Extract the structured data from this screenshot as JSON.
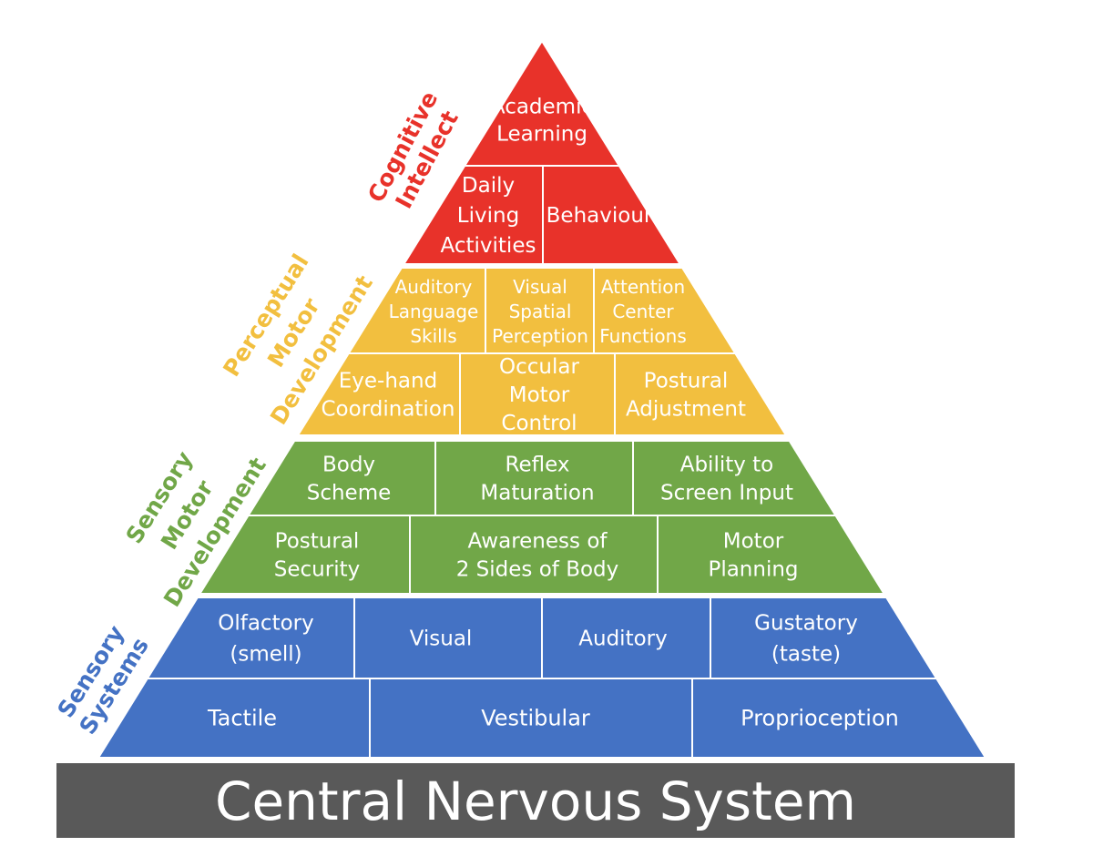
{
  "colors": {
    "cognitive": "#e8322a",
    "perceptual": "#f2bf3f",
    "sensory_motor": "#71a748",
    "sensory_systems": "#4472c4",
    "base": "#595959",
    "divider": "#ffffff"
  },
  "base_label": "Central Nervous System",
  "levels": [
    {
      "id": "cognitive",
      "label_lines": [
        "Cognitive",
        "Intellect"
      ],
      "rows": [
        {
          "cells": [
            {
              "lines": [
                "Academic",
                "Learning"
              ]
            }
          ]
        },
        {
          "cells": [
            {
              "lines": [
                "Daily",
                "Living",
                "Activities"
              ]
            },
            {
              "lines": [
                "Behaviour"
              ]
            }
          ]
        }
      ]
    },
    {
      "id": "perceptual",
      "label_lines": [
        "Perceptual",
        "Motor",
        "Development"
      ],
      "rows": [
        {
          "cells": [
            {
              "lines": [
                "Auditory",
                "Language",
                "Skills"
              ]
            },
            {
              "lines": [
                "Visual",
                "Spatial",
                "Perception"
              ]
            },
            {
              "lines": [
                "Attention",
                "Center",
                "Functions"
              ]
            }
          ]
        },
        {
          "cells": [
            {
              "lines": [
                "Eye-hand",
                "Coordination"
              ]
            },
            {
              "lines": [
                "Occular",
                "Motor",
                "Control"
              ]
            },
            {
              "lines": [
                "Postural",
                "Adjustment"
              ]
            }
          ]
        }
      ]
    },
    {
      "id": "sensory_motor",
      "label_lines": [
        "Sensory",
        "Motor",
        "Development"
      ],
      "rows": [
        {
          "cells": [
            {
              "lines": [
                "Body",
                "Scheme"
              ]
            },
            {
              "lines": [
                "Reflex",
                "Maturation"
              ]
            },
            {
              "lines": [
                "Ability to",
                "Screen Input"
              ]
            }
          ]
        },
        {
          "cells": [
            {
              "lines": [
                "Postural",
                "Security"
              ]
            },
            {
              "lines": [
                "Awareness of",
                "2 Sides of Body"
              ]
            },
            {
              "lines": [
                "Motor",
                "Planning"
              ]
            }
          ]
        }
      ]
    },
    {
      "id": "sensory_systems",
      "label_lines": [
        "Sensory",
        "Systems"
      ],
      "rows": [
        {
          "cells": [
            {
              "lines": [
                "Olfactory",
                "(smell)"
              ]
            },
            {
              "lines": [
                "Visual"
              ]
            },
            {
              "lines": [
                "Auditory"
              ]
            },
            {
              "lines": [
                "Gustatory",
                "(taste)"
              ]
            }
          ]
        },
        {
          "cells": [
            {
              "lines": [
                "Tactile"
              ]
            },
            {
              "lines": [
                "Vestibular"
              ]
            },
            {
              "lines": [
                "Proprioception"
              ]
            }
          ]
        }
      ]
    }
  ]
}
